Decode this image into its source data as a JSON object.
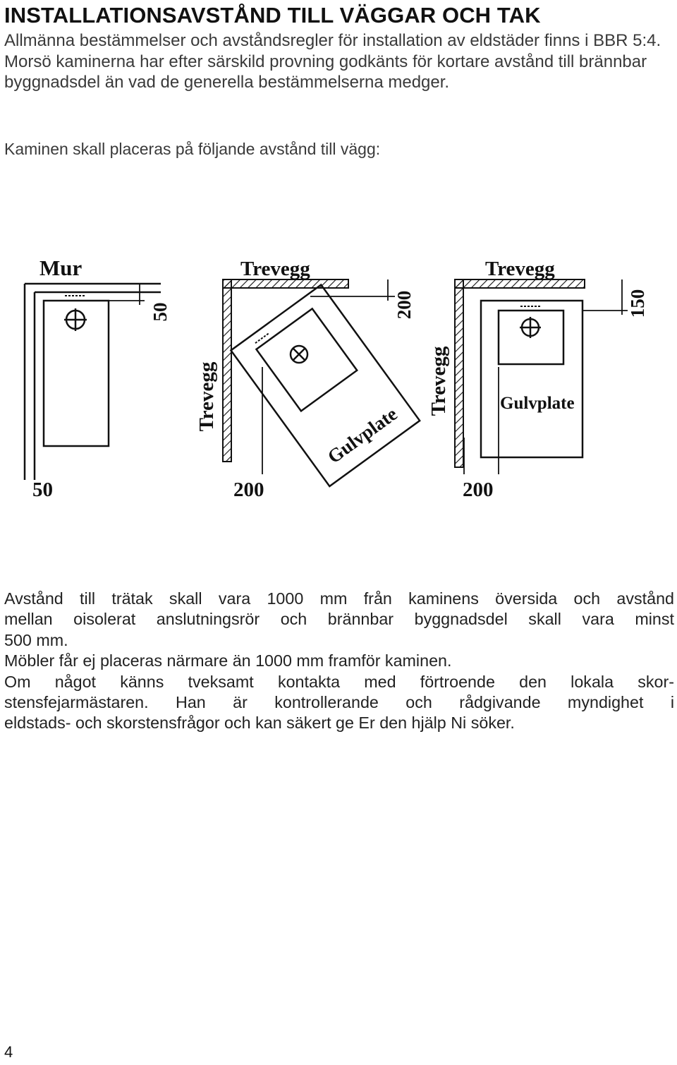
{
  "header": {
    "title": "INSTALLATIONSAVSTÅND TILL VÄGGAR OCH TAK"
  },
  "intro": {
    "paragraph_1": "Allmänna bestämmelser och avståndsregler för installation av eldstäder finns i BBR 5:4.",
    "paragraph_2": "Morsö kaminerna har efter särskild provning godkänts för kortare avstånd till brännbar byggnadsdel än vad de generella bestämmelserna medger.",
    "lead": "Kaminen skall placeras på följande avstånd till vägg:"
  },
  "figure": {
    "panel_1": {
      "wall_label": "Mur",
      "side_distance": "50",
      "rear_distance": "50"
    },
    "panel_2": {
      "top_wall_label": "Trevegg",
      "side_wall_label": "Trevegg",
      "floor_plate_label": "Gulvplate",
      "top_distance": "200",
      "side_distance": "200"
    },
    "panel_3": {
      "top_wall_label": "Trevegg",
      "side_wall_label": "Trevegg",
      "floor_plate_label": "Gulvplate",
      "top_distance": "150",
      "side_distance": "200"
    }
  },
  "body": {
    "line_1": "Avstånd till trätak skall vara 1000 mm från kaminens översida och avstånd",
    "line_2": "mellan oisolerat anslutningsrör och brännbar byggnadsdel skall vara minst",
    "line_3": "500 mm.",
    "line_4": "Möbler får ej placeras närmare än 1000 mm framför kaminen.",
    "line_5": "Om något känns tveksamt kontakta med förtroende den lokala skor-",
    "line_6": "stensfejarmästaren. Han är kontrollerande och rådgivande myndighet i",
    "line_7": "eldstads- och skorstensfrågor och kan säkert ge Er den hjälp Ni söker."
  },
  "footer": {
    "page_number": "4"
  }
}
